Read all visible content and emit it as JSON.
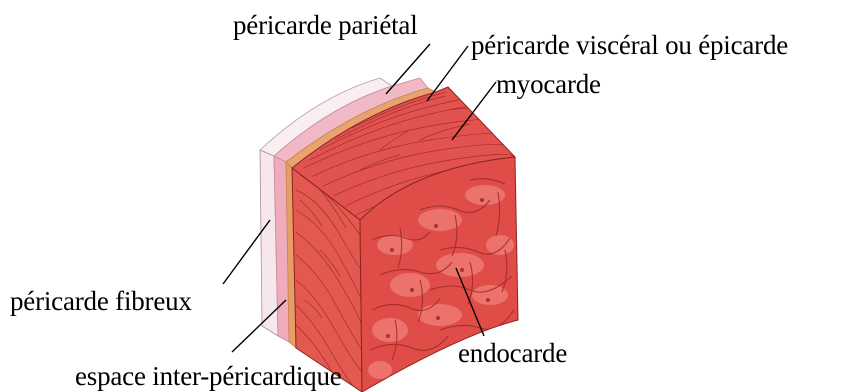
{
  "labels": {
    "pericarde_parietal": "péricarde pariétal",
    "pericarde_visceral": "péricarde viscéral ou épicarde",
    "myocarde": "myocarde",
    "pericarde_fibreux": "péricarde fibreux",
    "espace_inter_pericardique": "espace inter-péricardique",
    "endocarde": "endocarde"
  },
  "colors": {
    "myocardium": "#e2534f",
    "myocardium_dark": "#c43a38",
    "fibrous_pericardium": "#f6e4ea",
    "parietal_pericardium": "#eeb2c0",
    "epicardium": "#e9a06a",
    "endocardium": "#e24a46"
  }
}
